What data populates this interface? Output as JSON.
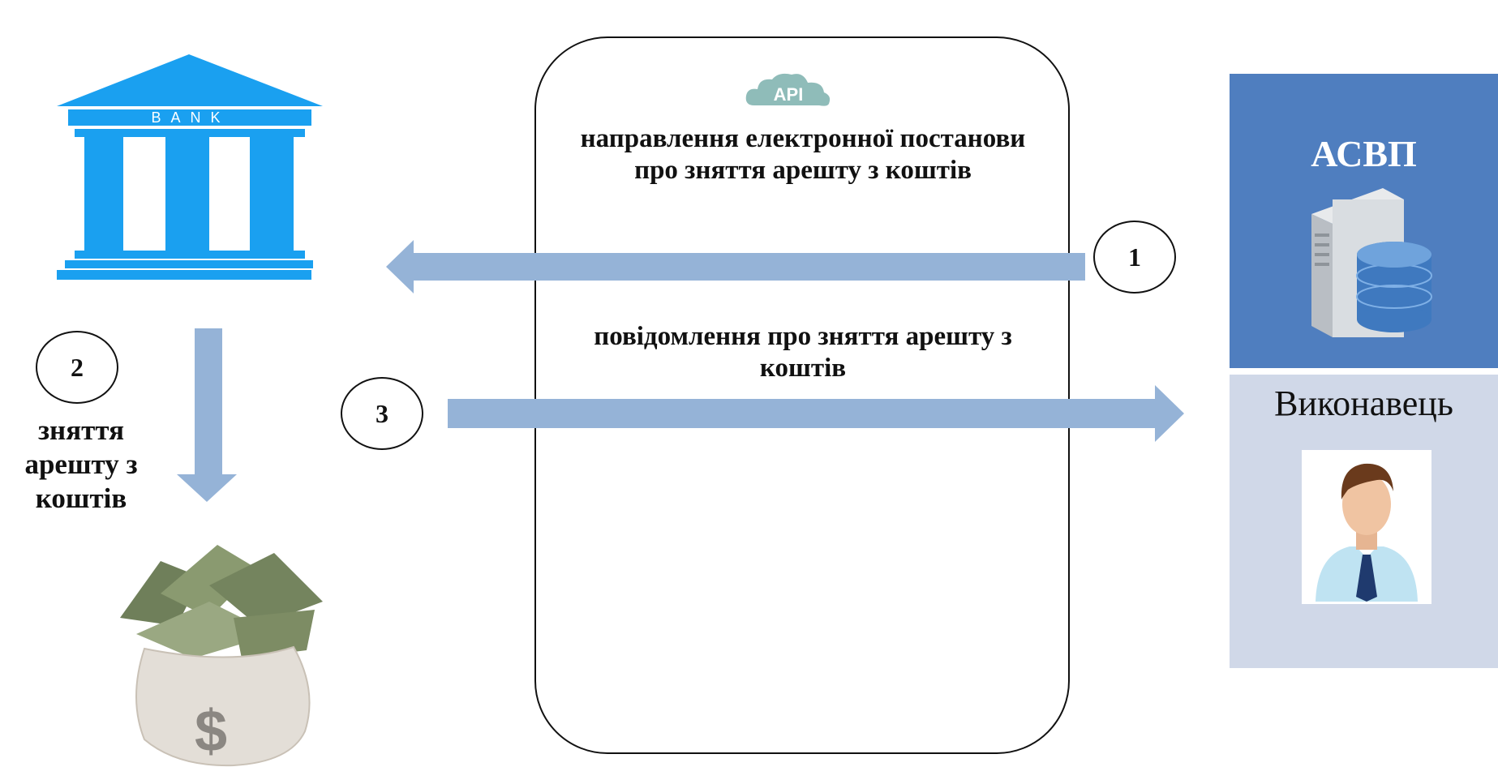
{
  "bank": {
    "sign": "BANK"
  },
  "api": {
    "badge": "API"
  },
  "messages": {
    "msg1": "направлення електронної постанови про  зняття арешту з коштів",
    "msg2": "повідомлення про зняття арешту з коштів"
  },
  "steps": {
    "s1": "1",
    "s2": "2",
    "s3": "3"
  },
  "left_action": "зняття арешту з коштів",
  "asvp": {
    "title": "АСВП"
  },
  "executor": {
    "title": "Виконавець"
  },
  "money_bag": {
    "symbol": "$"
  },
  "colors": {
    "bank_blue": "#1aa0f0",
    "arrow": "#95b3d7",
    "asvp_panel": "#4f7ebf",
    "executor_panel": "#d0d8e8",
    "api_cloud": "#8fbcb9"
  }
}
